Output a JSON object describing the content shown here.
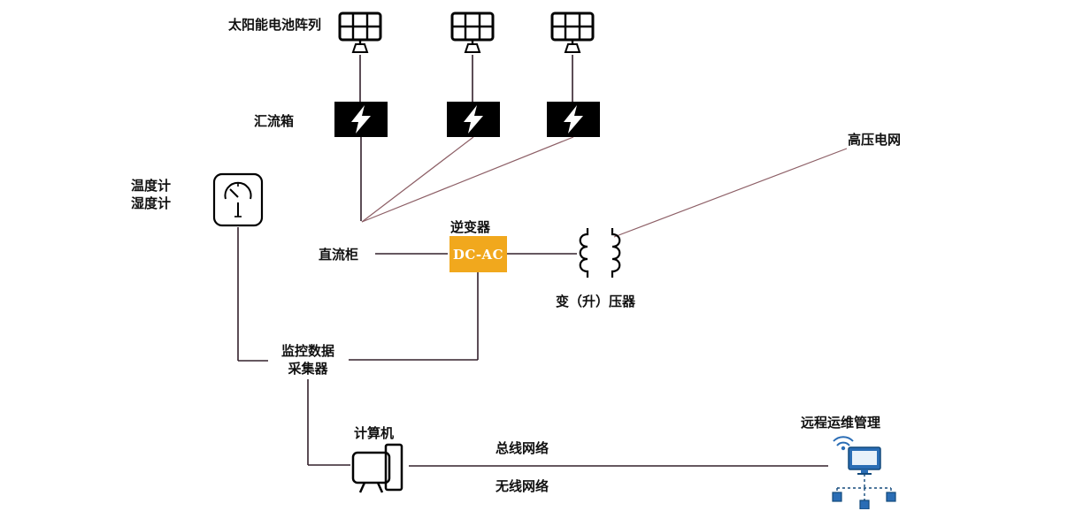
{
  "diagram": {
    "labels": {
      "solar_array": "太阳能电池阵列",
      "combiner_box": "汇流箱",
      "hv_grid": "高压电网",
      "thermo_line1": "温度计",
      "thermo_line2": "湿度计",
      "dc_cabinet": "直流柜",
      "inverter": "逆变器",
      "dc_ac": "DC-AC",
      "transformer": "变（升）压器",
      "collector_line1": "监控数据",
      "collector_line2": "采集器",
      "computer": "计算机",
      "bus_network": "总线网络",
      "wireless_network": "无线网络",
      "remote_mgmt": "远程运维管理"
    },
    "colors": {
      "line_dark": "#33202b",
      "line_light": "#8d5f66",
      "box_bg": "#000000",
      "bolt": "#ffffff",
      "inverter_bg": "#f1a81d",
      "inverter_text": "#ffffff",
      "icon_stroke": "#000000",
      "remote_blue": "#2a6db5",
      "remote_dark": "#134a7c",
      "text": "#111111"
    }
  }
}
